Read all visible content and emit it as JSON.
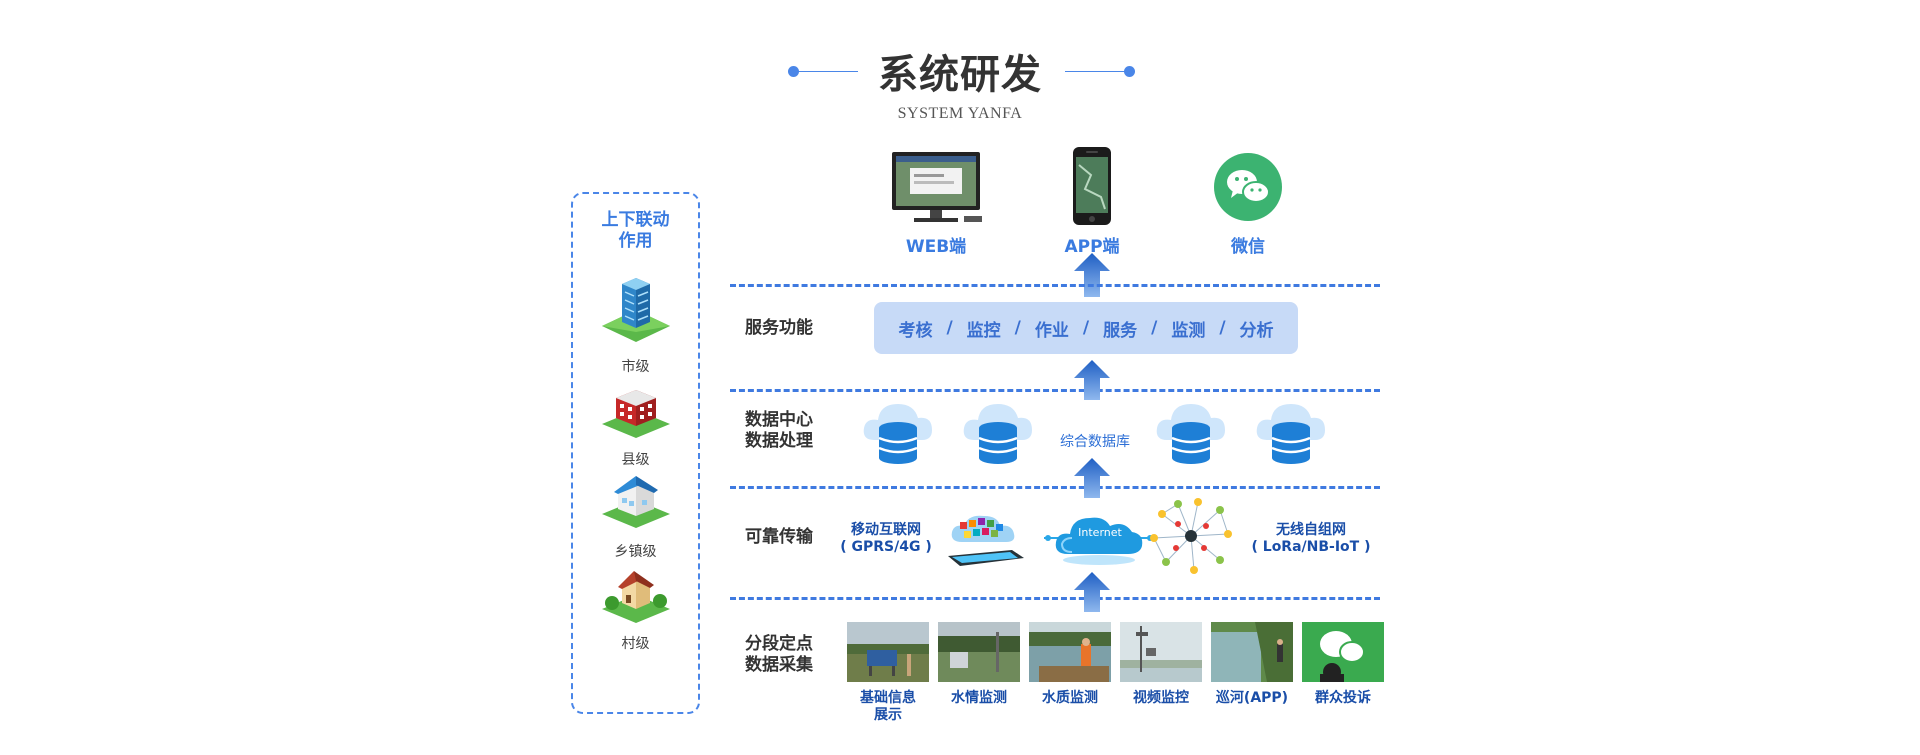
{
  "header": {
    "title": "系统研发",
    "subtitle": "SYSTEM YANFA"
  },
  "left_panel": {
    "title_line1": "上下联动",
    "title_line2": "作用",
    "levels": [
      "市级",
      "县级",
      "乡镇级",
      "村级"
    ]
  },
  "top_endpoints": [
    "WEB端",
    "APP端",
    "微信"
  ],
  "layers": {
    "service": {
      "label": "服务功能",
      "items": [
        "考核",
        "监控",
        "作业",
        "服务",
        "监测",
        "分析"
      ]
    },
    "data": {
      "label_line1": "数据中心",
      "label_line2": "数据处理",
      "center_label": "综合数据库"
    },
    "transport": {
      "label": "可靠传输",
      "mobile_line1": "移动互联网",
      "mobile_line2": "( GPRS/4G )",
      "internet": "Internet",
      "wireless_line1": "无线自组网",
      "wireless_line2": "( LoRa/NB-IoT )"
    },
    "collect": {
      "label_line1": "分段定点",
      "label_line2": "数据采集",
      "items": [
        "基础信息",
        "水情监测",
        "水质监测",
        "视频监控",
        "巡河(APP)",
        "群众投诉"
      ],
      "item0_line2": "展示"
    }
  },
  "colors": {
    "accent": "#3f7ae0",
    "service_bg": "#c7daf7",
    "arrow": "#2d6fd6",
    "cloud": "#cfe6fb",
    "db": "#1e7fd6",
    "wechat": "#3cb371"
  }
}
